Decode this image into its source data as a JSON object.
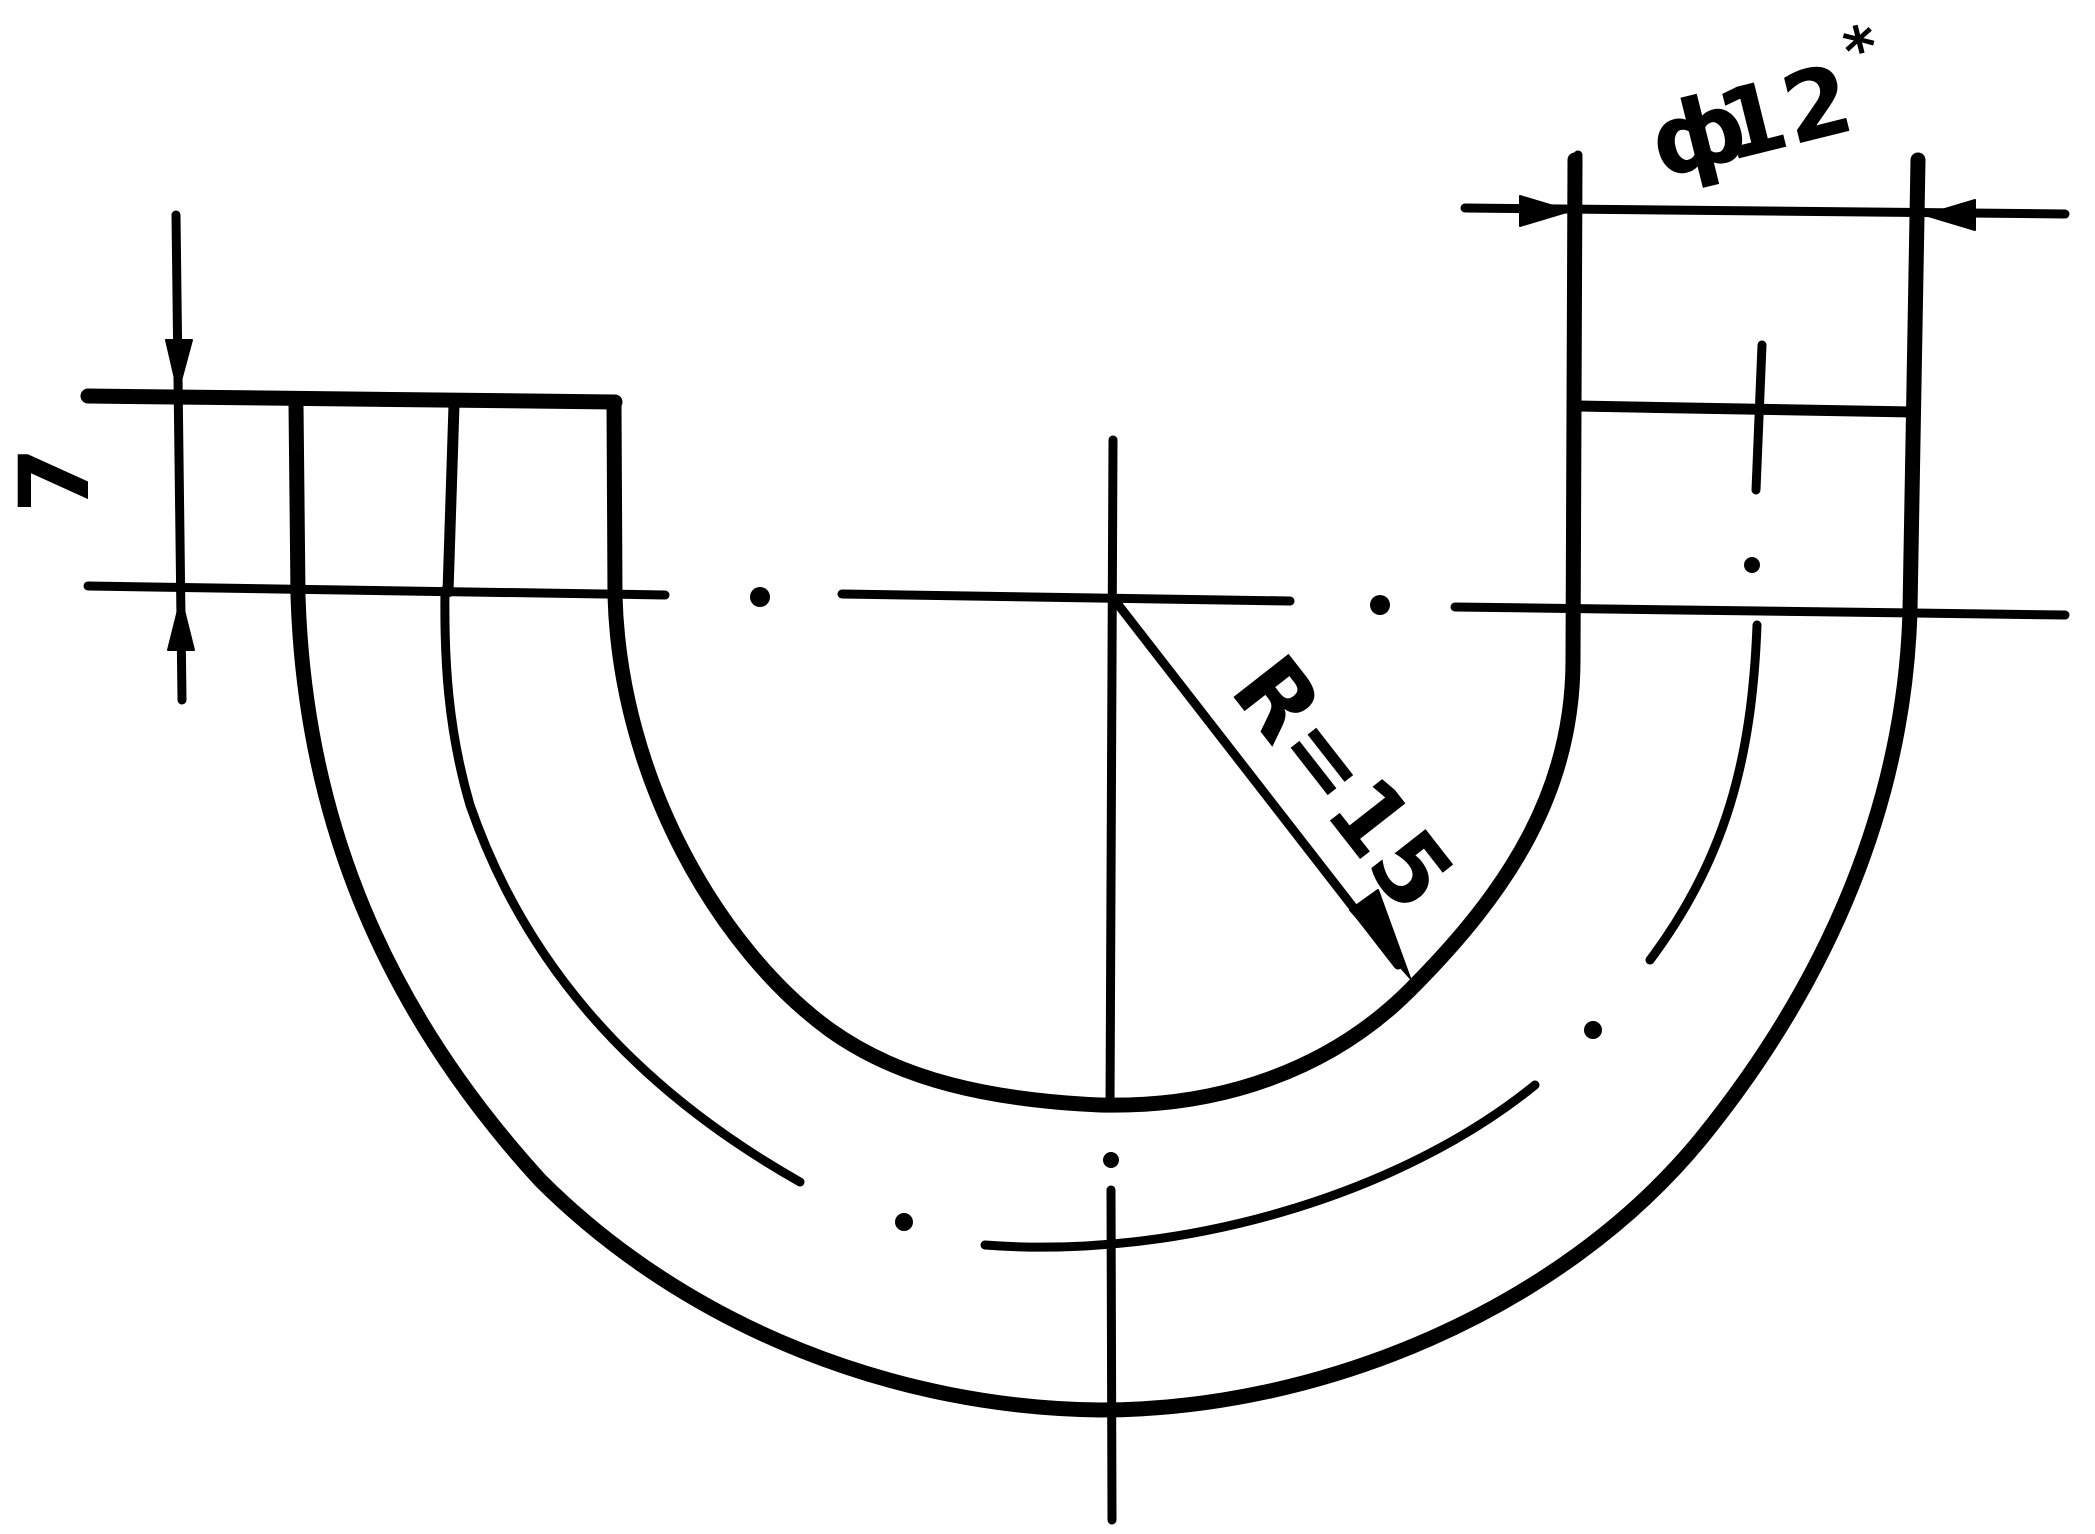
{
  "drawing": {
    "dimensions": {
      "height_label": "7",
      "diameter_symbol": "ф",
      "diameter_value": "12",
      "diameter_mark": "*",
      "radius_label": "R=15"
    }
  }
}
